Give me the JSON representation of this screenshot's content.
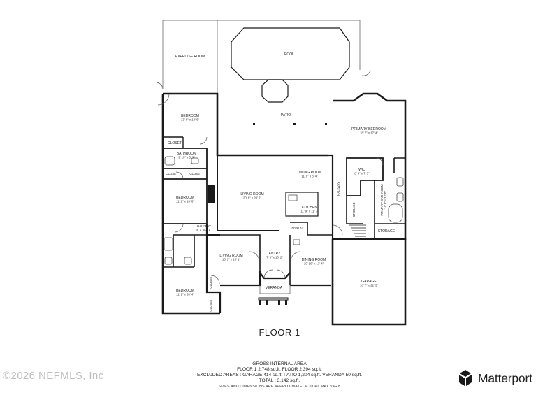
{
  "floor_title": "FLOOR 1",
  "rooms": [
    {
      "id": "exercise",
      "name": "EXERCISE ROOM",
      "dim": ""
    },
    {
      "id": "pool",
      "name": "POOL",
      "dim": ""
    },
    {
      "id": "patio",
      "name": "PATIO",
      "dim": ""
    },
    {
      "id": "bedroom_top",
      "name": "BEDROOM",
      "dim": "13' 8\" x 13' 6\""
    },
    {
      "id": "bath_top",
      "name": "BATHROOM",
      "dim": "9' 10\" x 5' 3\""
    },
    {
      "id": "bedroom_mid",
      "name": "BEDROOM",
      "dim": "11' 2\" x 14' 6\""
    },
    {
      "id": "living_main",
      "name": "LIVING ROOM",
      "dim": "20' 6\" x 20' 2\""
    },
    {
      "id": "dining_upper",
      "name": "DINING ROOM",
      "dim": "11' 9\" x 8' 4\""
    },
    {
      "id": "kitchen",
      "name": "KITCHEN",
      "dim": "11' 9\" x 11' 7\""
    },
    {
      "id": "primary_bed",
      "name": "PRIMARY BEDROOM",
      "dim": "18' 7\" x 17' 4\""
    },
    {
      "id": "wic",
      "name": "WIC",
      "dim": "8' 9\" x 7' 3\""
    },
    {
      "id": "garage",
      "name": "GARAGE",
      "dim": "18' 7\" x 22' 3\""
    },
    {
      "id": "living_small",
      "name": "LIVING ROOM",
      "dim": "13' 1\" x 13' 1\""
    },
    {
      "id": "entry",
      "name": "ENTRY",
      "dim": "7' 9\" x 10' 2\""
    },
    {
      "id": "dining_lower",
      "name": "DINING ROOM",
      "dim": "10' 10\" x 13' 4\""
    },
    {
      "id": "bedroom_bottom",
      "name": "BEDROOM",
      "dim": "11' 2\" x 20' 4\""
    }
  ],
  "small_labels": {
    "closet_top": "CLOSET",
    "closet_a": "CLOSET",
    "closet_b": "CLOSET",
    "pantry": "PANTRY",
    "storage_right": "STORAGE",
    "storage_mid": "STORAGE",
    "hallway_center": "HALLWAY",
    "hallway_center_dim": "8' 1\" x 3' 1\"",
    "hallway_vertical": "HALLWAY",
    "primary_bath": "PRIMARY BATHROOM",
    "primary_bath_dim": "14' 9\" x 12' 0\"",
    "veranda": "VERANDA",
    "closet_v1": "CLOSET",
    "closet_v2": "CLOSET"
  },
  "summary": {
    "heading": "GROSS INTERNAL AREA",
    "line1": "FLOOR 1 2,748 sq.ft.   FLOOR 2 394 sq.ft.",
    "line2": "EXCLUDED AREAS :  GARAGE 414 sq.ft.   PATIO 1,204 sq.ft.   VERANDA 50 sq.ft.",
    "line3": "TOTAL : 3,142 sq.ft.",
    "note": "SIZES AND DIMENSIONS ARE APPROXIMATE, ACTUAL MAY VARY."
  },
  "watermark": "©2026 NEFMLS, Inc",
  "brand": {
    "name": "Matterport",
    "logo_icon": "matterport-logo-icon"
  }
}
